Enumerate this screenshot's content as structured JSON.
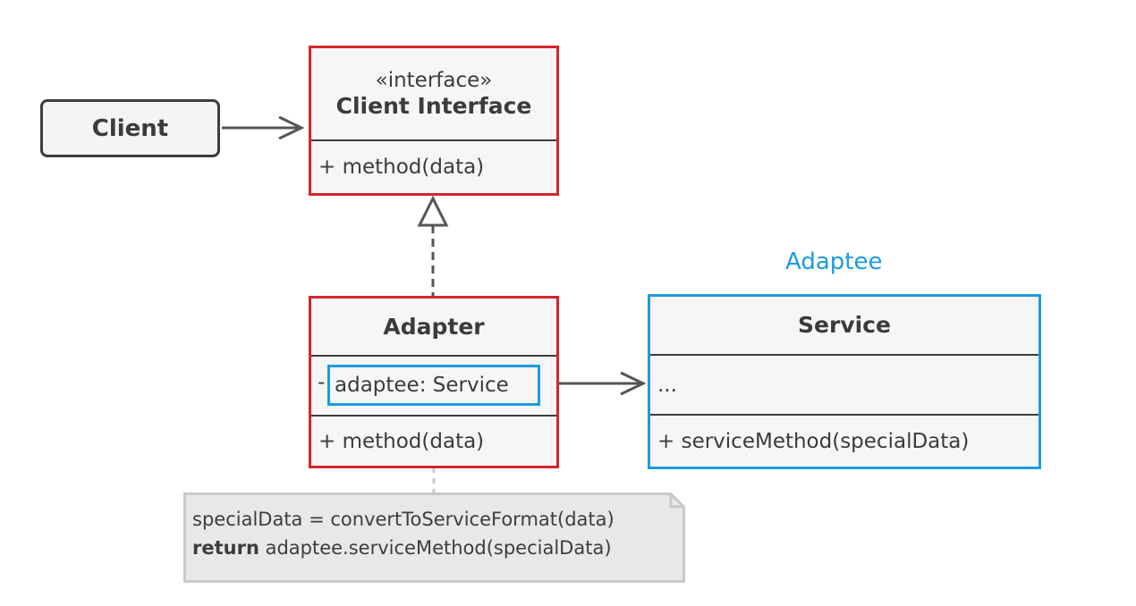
{
  "client": {
    "name": "Client"
  },
  "client_interface": {
    "stereotype": "«interface»",
    "name": "Client Interface",
    "method": "+ method(data)"
  },
  "adapter": {
    "name": "Adapter",
    "field_visibility": "-",
    "field": "adaptee: Service",
    "method": "+ method(data)"
  },
  "adaptee_label": "Adaptee",
  "service": {
    "name": "Service",
    "fields": "...",
    "method": "+ serviceMethod(specialData)"
  },
  "note": {
    "line1": "specialData = convertToServiceFormat(data)",
    "line2_keyword": "return",
    "line2_rest": " adaptee.serviceMethod(specialData)"
  },
  "colors": {
    "adapter_role": "#d3262e",
    "adaptee_role": "#1b9be0",
    "border": "#3d3d3d"
  }
}
